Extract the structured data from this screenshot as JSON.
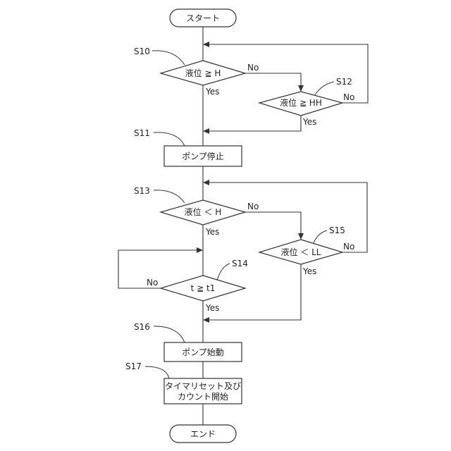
{
  "nodes": {
    "start": "スタート",
    "s10": "液位 ≧ H",
    "s12": "液位 ≧ HH",
    "s11": "ポンプ停止",
    "s13": "液位 ＜ H",
    "s15": "液位 ＜ LL",
    "s14": "t ≧ t1",
    "s16": "ポンプ始動",
    "s17_line1": "タイマリセット及び",
    "s17_line2": "カウント開始",
    "end": "エンド"
  },
  "step_labels": {
    "s10": "S10",
    "s11": "S11",
    "s12": "S12",
    "s13": "S13",
    "s14": "S14",
    "s15": "S15",
    "s16": "S16",
    "s17": "S17"
  },
  "branch_labels": {
    "s10_no": "No",
    "s10_yes": "Yes",
    "s12_no": "No",
    "s12_yes": "Yes",
    "s13_no": "No",
    "s13_yes": "Yes",
    "s15_no": "No",
    "s15_yes": "Yes",
    "s14_no": "No",
    "s14_yes": "Yes"
  }
}
